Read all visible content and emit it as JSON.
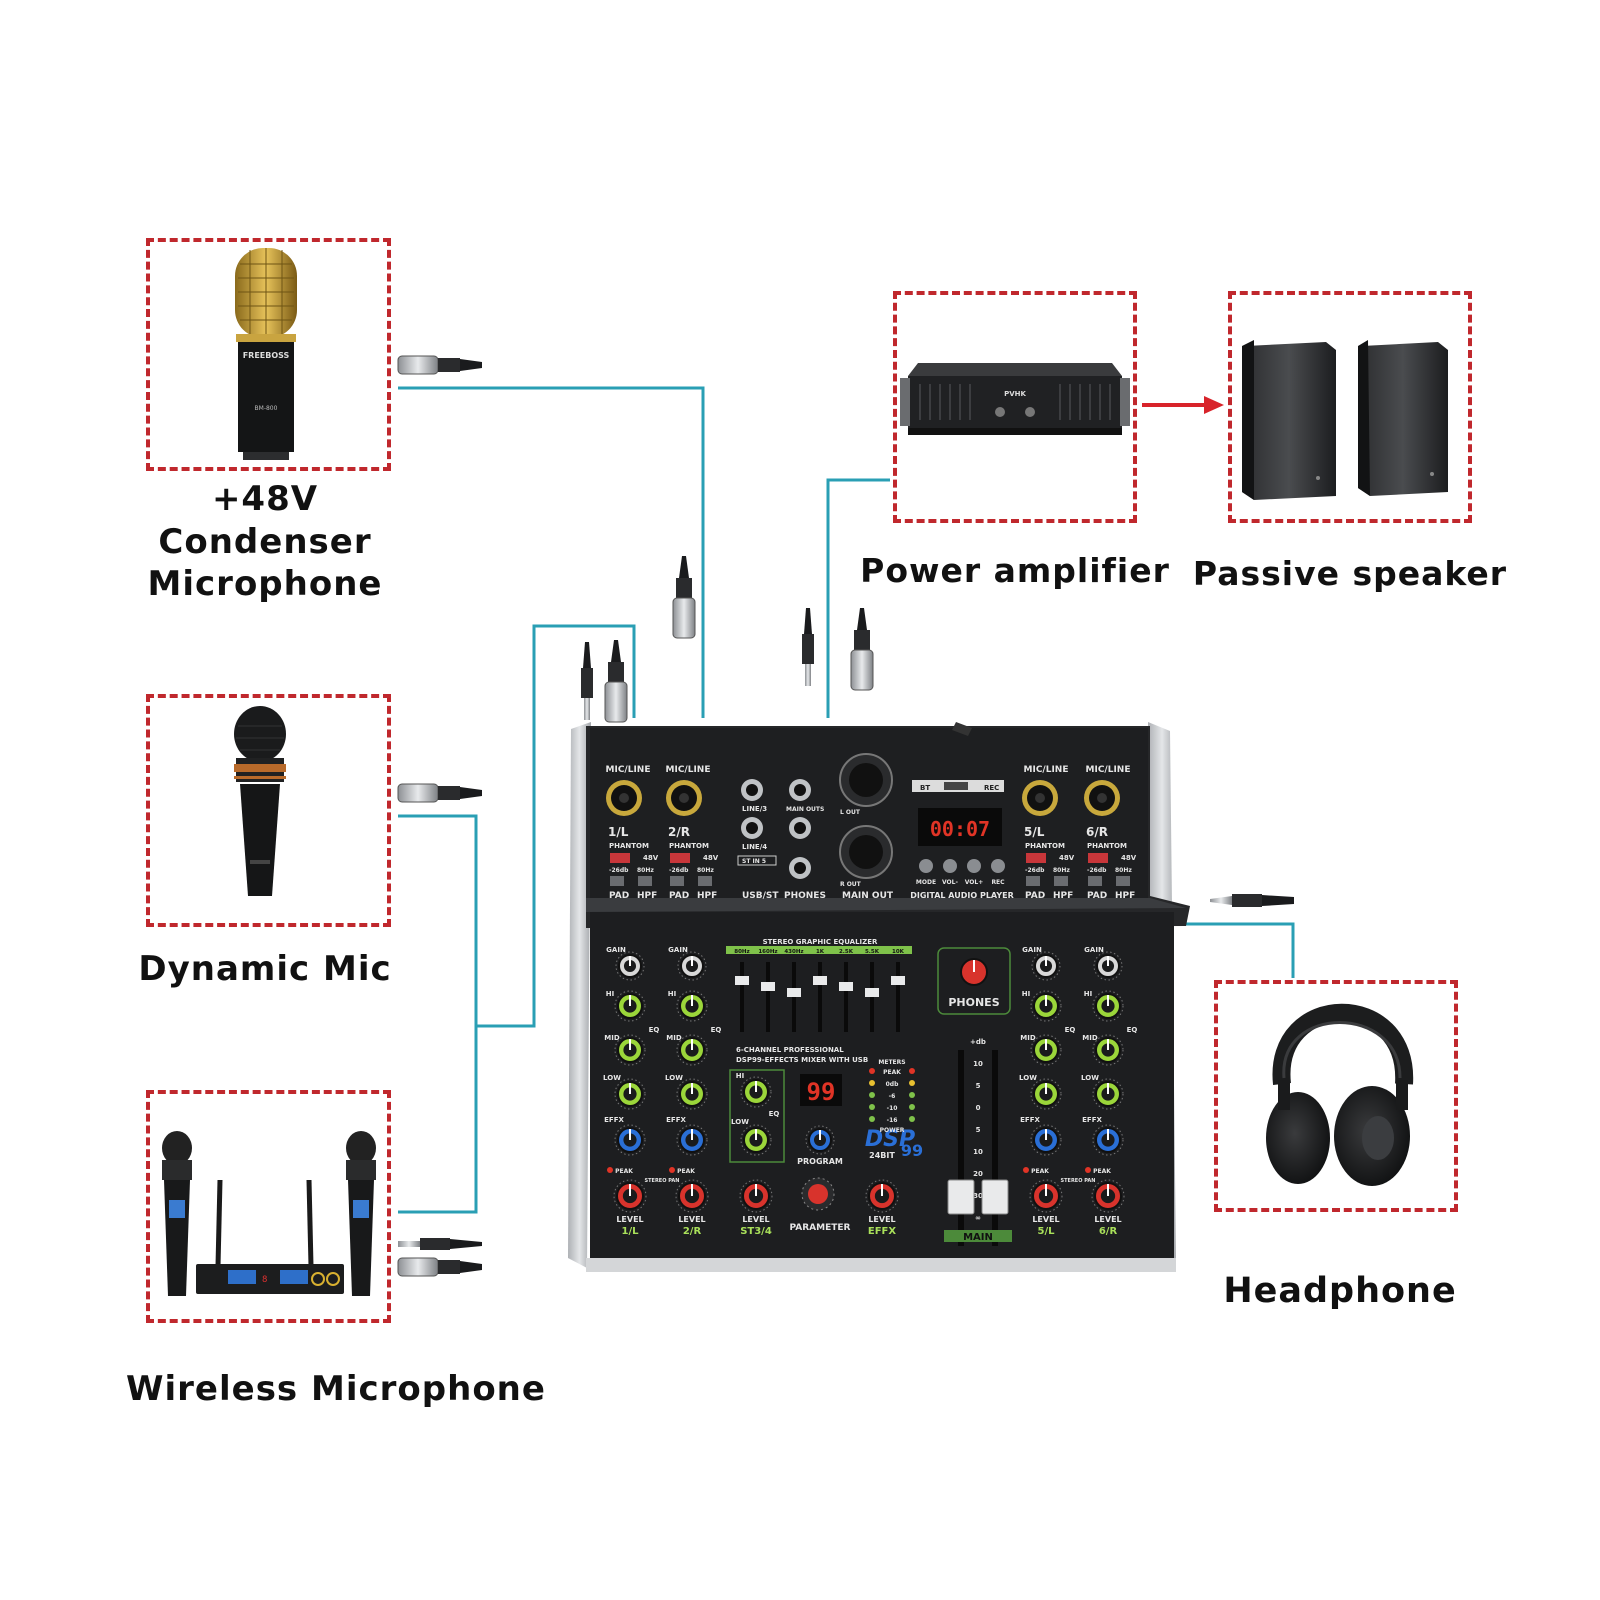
{
  "colors": {
    "frame": "#c0282d",
    "cable": "#2a9fb4",
    "arrow": "#d8232a",
    "mixer_face": "#1e1f21",
    "mixer_side": "#c9cccf",
    "knob_green": "#9bd63a",
    "knob_blue": "#2a6fd6",
    "knob_red": "#d8332c",
    "text_green": "#a9e05a"
  },
  "labels": {
    "condenser_line1": "+48V",
    "condenser_line2": "Condenser",
    "condenser_line3": "Microphone",
    "dynamic": "Dynamic Mic",
    "wireless": "Wireless Microphone",
    "power_amp": "Power amplifier",
    "speaker": "Passive speaker",
    "headphone": "Headphone"
  },
  "devices": {
    "condenser_brand": "FREEBOSS",
    "condenser_model": "BM-800",
    "amp_brand": "PVHK"
  },
  "mixer": {
    "ch1": "1/L",
    "ch2": "2/R",
    "ch5": "5/L",
    "ch6": "6/R",
    "mic_line": "MIC/LINE",
    "phantom": "PHANTOM",
    "v48": "48V",
    "pad": "PAD",
    "hpf": "HPF",
    "db26": "-26db",
    "hz80": "80Hz",
    "line3": "LINE/3",
    "line4": "LINE/4",
    "st_in": "ST IN 5",
    "usb_st": "USB/ST",
    "main_outs": "MAIN OUTS",
    "phones_jack": "PHONES",
    "main_out": "MAIN OUT",
    "l_out": "L OUT",
    "r_out": "R OUT",
    "digital_player": "DIGITAL AUDIO PLAYER",
    "display_time": "00:07",
    "mode": "MODE",
    "vol_minus": "VOL-",
    "vol_plus": "VOL+",
    "rec": "REC",
    "bt": "BT",
    "gain": "GAIN",
    "hi": "HI",
    "mid": "MID",
    "low": "LOW",
    "eq": "EQ",
    "effx": "EFFX",
    "peak": "PEAK",
    "level": "LEVEL",
    "stereo_pan": "STEREO PAN",
    "st34": "ST3/4",
    "program": "PROGRAM",
    "parameter": "PARAMETER",
    "effx_level": "EFFX",
    "phones": "PHONES",
    "main": "MAIN",
    "geq_title": "STEREO GRAPHIC EQUALIZER",
    "geq_bands": [
      "80Hz",
      "160Hz",
      "430Hz",
      "1K",
      "2.5K",
      "5.5K",
      "10K"
    ],
    "product_line1": "6-CHANNEL PROFESSIONAL",
    "product_line2": "DSP99-EFFECTS MIXER WITH USB",
    "meters": "METERS",
    "meter_peak": "PEAK",
    "meter_0db": "0db",
    "meter_m6": "-6",
    "meter_m10": "-10",
    "meter_m16": "-16",
    "power": "POWER",
    "dsp": "DSP",
    "dsp_num": "99",
    "bit": "24BIT",
    "fx_display": "99",
    "fader_scale": [
      "+db",
      "10",
      "5",
      "0",
      "5",
      "10",
      "20",
      "30",
      "∞"
    ]
  }
}
